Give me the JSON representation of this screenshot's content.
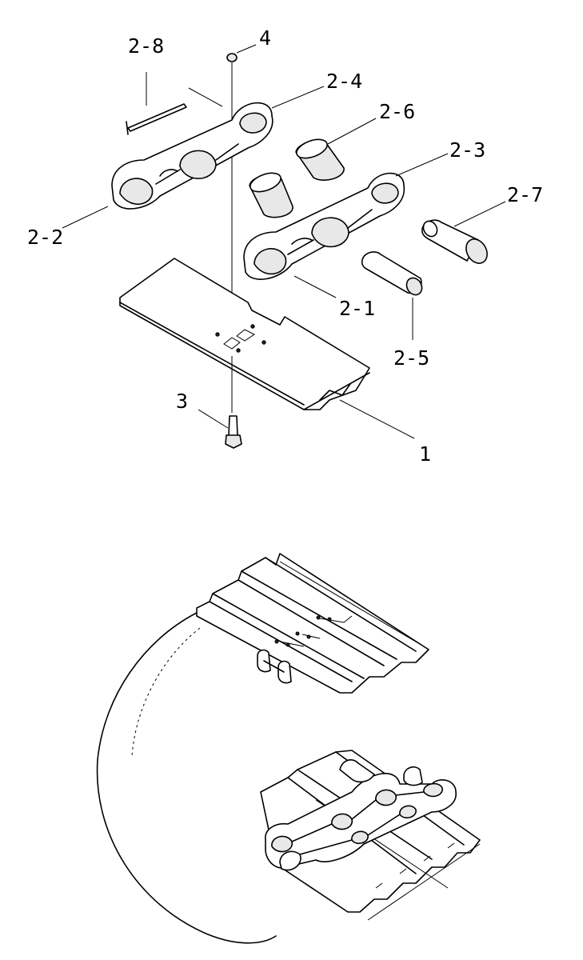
{
  "labels": {
    "p2_8": "2-8",
    "p4": "4",
    "p2_4": "2-4",
    "p2_6": "2-6",
    "p2_3": "2-3",
    "p2_7": "2-7",
    "p2_2": "2-2",
    "p2_1": "2-1",
    "p2_5": "2-5",
    "p3": "3",
    "p1": "1"
  }
}
